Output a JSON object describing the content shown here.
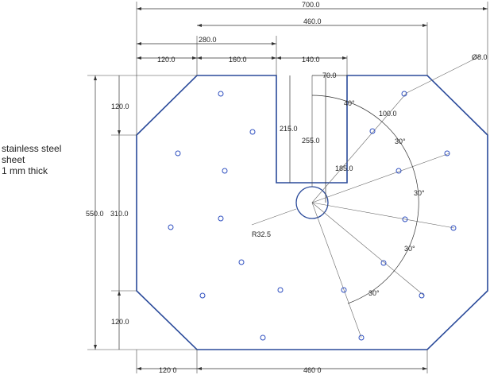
{
  "note": {
    "line1": "stainless steel",
    "line2": "sheet",
    "line3": "1 mm thick"
  },
  "dimensions": {
    "overall_width": "700.0",
    "inner_width_top": "460.0",
    "slot_left_offset": "280.0",
    "chamfer_top": "120.0",
    "slot_width": "160.0",
    "slot_right_segment": "140.0",
    "slot_right_small": "70.0",
    "hole_diameter": "Ø8.0",
    "chamfer_left_top": "120.0",
    "slot_depth": "215.0",
    "center_depth": "255.0",
    "overall_height": "550.0",
    "left_edge_height": "310.0",
    "chamfer_left_bottom": "120.0",
    "inner_radius": "185.0",
    "outer_radius": "100.0",
    "center_radius": "R32.5",
    "bottom_chamfer": "120 0",
    "bottom_width": "460 0"
  },
  "angles": {
    "a1": "40°",
    "a2": "30°",
    "a3": "30°",
    "a4": "30°",
    "a5": "30°"
  },
  "colors": {
    "outline": "#2a4a9a",
    "dimension": "#333333",
    "hole": "#3050c0"
  }
}
